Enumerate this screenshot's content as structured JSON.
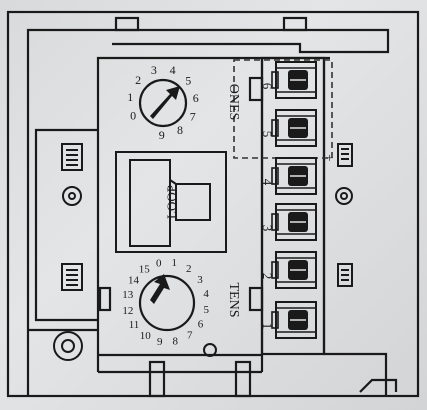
{
  "diagram": {
    "ones_label": "ONES",
    "tens_label": "TENS",
    "loop_label": "LOOP",
    "plus_sign": "+",
    "ones_dial_digits": [
      "0",
      "1",
      "2",
      "3",
      "4",
      "5",
      "6",
      "7",
      "8",
      "9"
    ],
    "tens_dial_digits": [
      "0",
      "1",
      "2",
      "3",
      "4",
      "5",
      "6",
      "7",
      "8",
      "9",
      "10",
      "11",
      "12",
      "13",
      "14",
      "15"
    ],
    "terminal_numbers": [
      "1",
      "2",
      "3",
      "4",
      "5",
      "6"
    ]
  },
  "colors": {
    "ink": "#1a1a1a",
    "paper": "#e2e3e4",
    "dashed_box": "#333333"
  }
}
